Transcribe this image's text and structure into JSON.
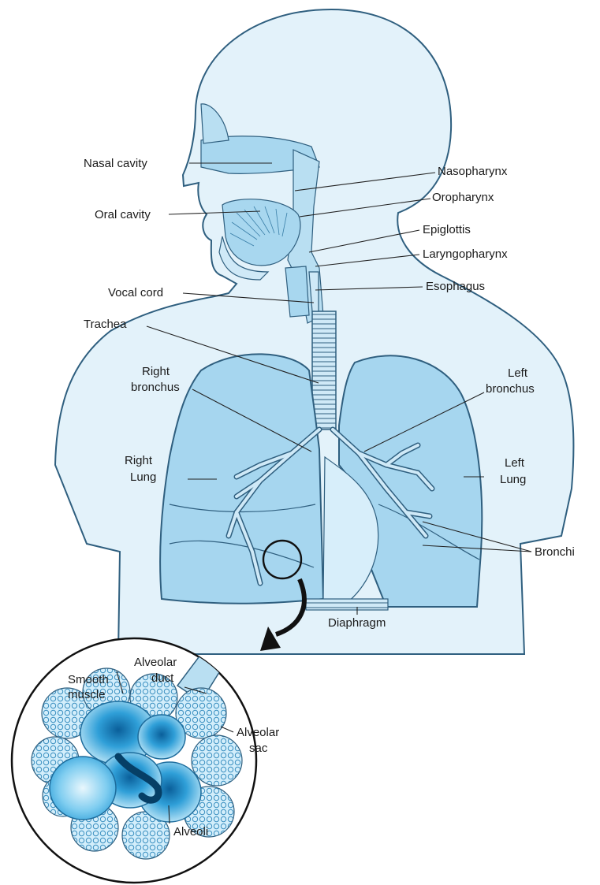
{
  "labels": {
    "nasal_cavity": "Nasal cavity",
    "oral_cavity": "Oral cavity",
    "vocal_cord": "Vocal cord",
    "trachea": "Trachea",
    "right_bronchus_1": "Right",
    "right_bronchus_2": "bronchus",
    "right_lung_1": "Right",
    "right_lung_2": "Lung",
    "nasopharynx": "Nasopharynx",
    "oropharynx": "Oropharynx",
    "epiglottis": "Epiglottis",
    "laryngopharynx": "Laryngopharynx",
    "esophagus": "Esophagus",
    "left_bronchus_1": "Left",
    "left_bronchus_2": "bronchus",
    "left_lung_1": "Left",
    "left_lung_2": "Lung",
    "bronchi": "Bronchi",
    "diaphragm": "Diaphragm",
    "alveolar_duct_1": "Alveolar",
    "alveolar_duct_2": "duct",
    "smooth_muscle_1": "Smooth",
    "smooth_muscle_2": "muscle",
    "alveolar_sac_1": "Alveolar",
    "alveolar_sac_2": "sac",
    "alveoli": "Alveoli"
  },
  "colors": {
    "tissue": "#b9dff2",
    "tissue_dark": "#8cc9e8",
    "outline": "#2f5f7f",
    "alveoli_fill": "#5bb8e6",
    "alveoli_deep": "#0a6aa8"
  }
}
